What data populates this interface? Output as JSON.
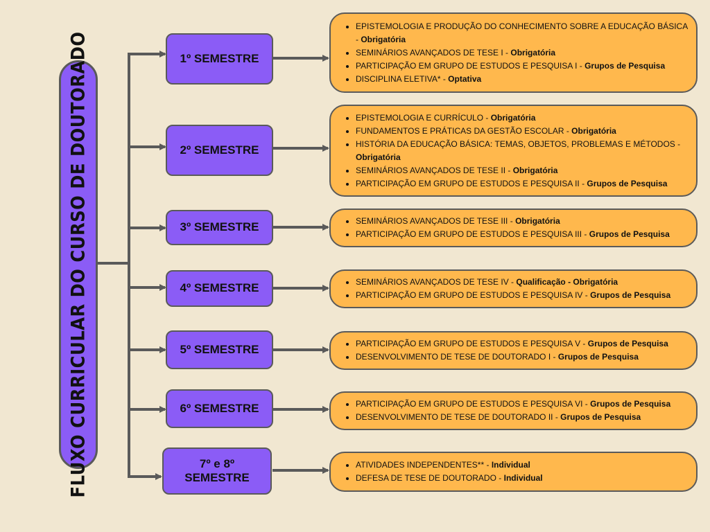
{
  "title": "FLUXO CURRICULAR DO CURSO DE DOUTORADO",
  "colors": {
    "background": "#f1e7d1",
    "semester": "#8b5cf6",
    "card": "#ffb84d",
    "line": "#5a5a5a"
  },
  "semesters": [
    {
      "label": "1º SEMESTRE",
      "items": [
        {
          "text": "EPISTEMOLOGIA E PRODUÇÃO DO CONHECIMENTO SOBRE A EDUCAÇÃO BÁSICA - ",
          "tag": "Obrigatória"
        },
        {
          "text": "SEMINÁRIOS AVANÇADOS DE TESE I  - ",
          "tag": "Obrigatória"
        },
        {
          "text": "PARTICIPAÇÃO EM GRUPO DE ESTUDOS E PESQUISA I - ",
          "tag": "Grupos de Pesquisa"
        },
        {
          "text": "DISCIPLINA ELETIVA*  - ",
          "tag": "Optativa"
        }
      ]
    },
    {
      "label": "2º SEMESTRE",
      "items": [
        {
          "text": "EPISTEMOLOGIA E CURRÍCULO - ",
          "tag": "Obrigatória"
        },
        {
          "text": "FUNDAMENTOS E PRÁTICAS DA GESTÃO ESCOLAR  - ",
          "tag": "Obrigatória"
        },
        {
          "text": "HISTÓRIA DA EDUCAÇÃO BÁSICA: TEMAS, OBJETOS, PROBLEMAS E MÉTODOS - ",
          "tag": "Obrigatória"
        },
        {
          "text": "SEMINÁRIOS AVANÇADOS DE TESE II - ",
          "tag": "Obrigatória"
        },
        {
          "text": "PARTICIPAÇÃO EM GRUPO DE ESTUDOS E PESQUISA II  - ",
          "tag": "Grupos de Pesquisa"
        }
      ]
    },
    {
      "label": "3º SEMESTRE",
      "items": [
        {
          "text": "SEMINÁRIOS AVANÇADOS DE TESE III - ",
          "tag": "Obrigatória"
        },
        {
          "text": "PARTICIPAÇÃO EM GRUPO DE ESTUDOS E PESQUISA III  - ",
          "tag": "Grupos de Pesquisa"
        }
      ]
    },
    {
      "label": "4º SEMESTRE",
      "items": [
        {
          "text": "SEMINÁRIOS AVANÇADOS DE TESE IV - ",
          "tag": "Qualificação - Obrigatória"
        },
        {
          "text": "PARTICIPAÇÃO EM GRUPO DE ESTUDOS E PESQUISA IV  - ",
          "tag": "Grupos de Pesquisa"
        }
      ]
    },
    {
      "label": "5º SEMESTRE",
      "items": [
        {
          "text": "PARTICIPAÇÃO EM GRUPO DE ESTUDOS E PESQUISA V - ",
          "tag": "Grupos de Pesquisa"
        },
        {
          "text": "DESENVOLVIMENTO DE TESE DE DOUTORADO I - ",
          "tag": "Grupos de Pesquisa"
        }
      ]
    },
    {
      "label": "6º SEMESTRE",
      "items": [
        {
          "text": "PARTICIPAÇÃO EM GRUPO DE ESTUDOS E PESQUISA VI - ",
          "tag": "Grupos de Pesquisa"
        },
        {
          "text": "DESENVOLVIMENTO DE TESE DE DOUTORADO II - ",
          "tag": "Grupos de Pesquisa"
        }
      ]
    },
    {
      "label": "7º e 8º SEMESTRE",
      "items": [
        {
          "text": "ATIVIDADES INDEPENDENTES** - ",
          "tag": "Individual"
        },
        {
          "text": "DEFESA DE TESE DE DOUTORADO  - ",
          "tag": "Individual"
        }
      ]
    }
  ]
}
